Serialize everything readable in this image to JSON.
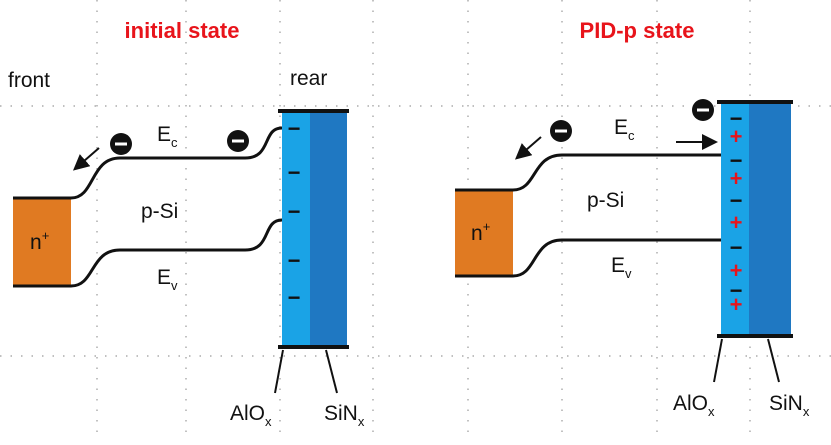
{
  "colors": {
    "title": "#e8141b",
    "n_region": "#e07a22",
    "alox": "#1aa3e6",
    "sinx": "#1f78c2",
    "band_line": "#111111",
    "plus": "#e8141b"
  },
  "left_panel": {
    "title": "initial state",
    "front_label": "front",
    "rear_label": "rear",
    "n_label": "n",
    "n_sup": "+",
    "ec_label": "E",
    "ec_sub": "c",
    "ev_label": "E",
    "ev_sub": "v",
    "psi_label": "p-Si",
    "electron_symbol": "−",
    "charges": [
      "−",
      "−",
      "−",
      "−",
      "−"
    ],
    "alox_label": "AlO",
    "alox_sub": "x",
    "sinx_label": "SiN",
    "sinx_sub": "x"
  },
  "right_panel": {
    "title": "PID-p state",
    "n_label": "n",
    "n_sup": "+",
    "ec_label": "E",
    "ec_sub": "c",
    "ev_label": "E",
    "ev_sub": "v",
    "psi_label": "p-Si",
    "electron_symbol": "−",
    "charges": [
      "−",
      "+",
      "−",
      "+",
      "−",
      "+",
      "−",
      "+",
      "−",
      "+"
    ],
    "alox_label": "AlO",
    "alox_sub": "x",
    "sinx_label": "SiN",
    "sinx_sub": "x"
  }
}
